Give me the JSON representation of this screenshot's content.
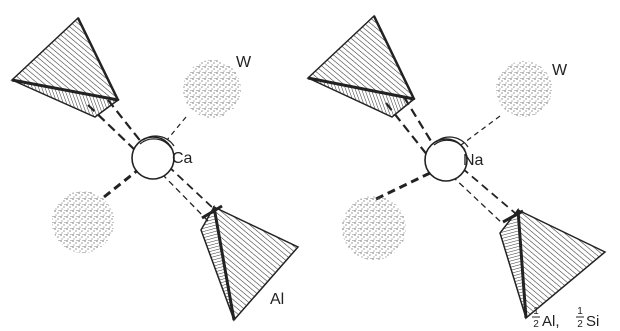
{
  "colors": {
    "ink": "#222222",
    "hatch": "#333333",
    "dots": "#555555",
    "bg": "#ffffff"
  },
  "left_panel": {
    "cation_label": "Ca",
    "water_label": "W",
    "tetrahedron_label": "Al",
    "icons": [
      "tetrahedron-icon",
      "water-sphere-icon",
      "cation-ring-icon"
    ]
  },
  "right_panel": {
    "cation_label": "Na",
    "water_label": "W",
    "tetrahedron_label_parts": [
      "1",
      "2",
      "Al,",
      "1",
      "2",
      "Si"
    ],
    "icons": [
      "tetrahedron-icon",
      "water-sphere-icon",
      "cation-ring-icon"
    ]
  }
}
